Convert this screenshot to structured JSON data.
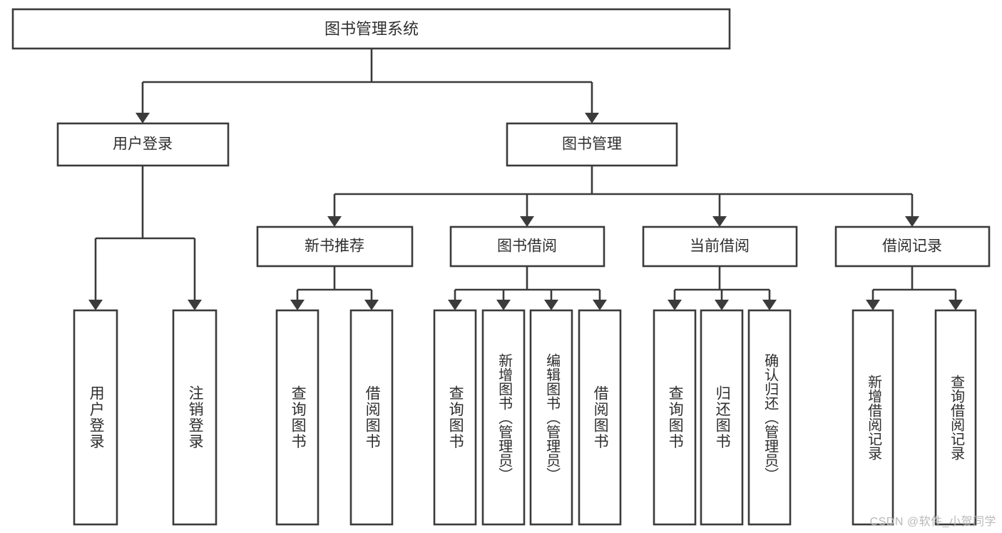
{
  "diagram": {
    "title": "图书管理系统",
    "type": "tree",
    "root": {
      "id": "root",
      "label": "图书管理系统",
      "orientation": "horizontal"
    },
    "level2": [
      {
        "id": "user-login",
        "label": "用户登录",
        "orientation": "horizontal"
      },
      {
        "id": "book-management",
        "label": "图书管理",
        "orientation": "horizontal"
      }
    ],
    "level3": [
      {
        "id": "new-book-recommend",
        "label": "新书推荐",
        "orientation": "horizontal",
        "parent": "book-management"
      },
      {
        "id": "book-borrow",
        "label": "图书借阅",
        "orientation": "horizontal",
        "parent": "book-management"
      },
      {
        "id": "current-borrow",
        "label": "当前借阅",
        "orientation": "horizontal",
        "parent": "book-management"
      },
      {
        "id": "borrow-record",
        "label": "借阅记录",
        "orientation": "horizontal",
        "parent": "book-management"
      }
    ],
    "leaves": [
      {
        "id": "leaf-user-login",
        "label": "用户登录",
        "orientation": "vertical",
        "parent": "user-login"
      },
      {
        "id": "leaf-user-logout",
        "label": "注销登录",
        "orientation": "vertical",
        "parent": "user-login"
      },
      {
        "id": "leaf-query-books-rec",
        "label": "查询图书",
        "orientation": "vertical",
        "parent": "new-book-recommend"
      },
      {
        "id": "leaf-borrow-books-rec",
        "label": "借阅图书",
        "orientation": "vertical",
        "parent": "new-book-recommend"
      },
      {
        "id": "leaf-query-books-borrow",
        "label": "查询图书",
        "orientation": "vertical",
        "parent": "book-borrow"
      },
      {
        "id": "leaf-add-book-admin",
        "label": "新增图书（管理员）",
        "orientation": "vertical",
        "parent": "book-borrow"
      },
      {
        "id": "leaf-edit-book-admin",
        "label": "编辑图书（管理员）",
        "orientation": "vertical",
        "parent": "book-borrow"
      },
      {
        "id": "leaf-borrow-books",
        "label": "借阅图书",
        "orientation": "vertical",
        "parent": "book-borrow"
      },
      {
        "id": "leaf-query-books-current",
        "label": "查询图书",
        "orientation": "vertical",
        "parent": "current-borrow"
      },
      {
        "id": "leaf-return-books",
        "label": "归还图书",
        "orientation": "vertical",
        "parent": "current-borrow"
      },
      {
        "id": "leaf-confirm-return-admin",
        "label": "确认归还（管理员）",
        "orientation": "vertical",
        "parent": "current-borrow"
      },
      {
        "id": "leaf-add-borrow-record",
        "label": "新增借阅记录",
        "orientation": "vertical",
        "parent": "borrow-record"
      },
      {
        "id": "leaf-query-borrow-record",
        "label": "查询借阅记录",
        "orientation": "vertical",
        "parent": "borrow-record"
      }
    ],
    "colors": {
      "box_stroke": "#3b3b3b",
      "box_fill": "#ffffff",
      "text": "#2e2e2e",
      "connector": "#3b3b3b",
      "watermark": "#b9b9b9",
      "background": "#ffffff"
    }
  },
  "watermark": {
    "text": "CSDN @软件_小贺同学"
  }
}
